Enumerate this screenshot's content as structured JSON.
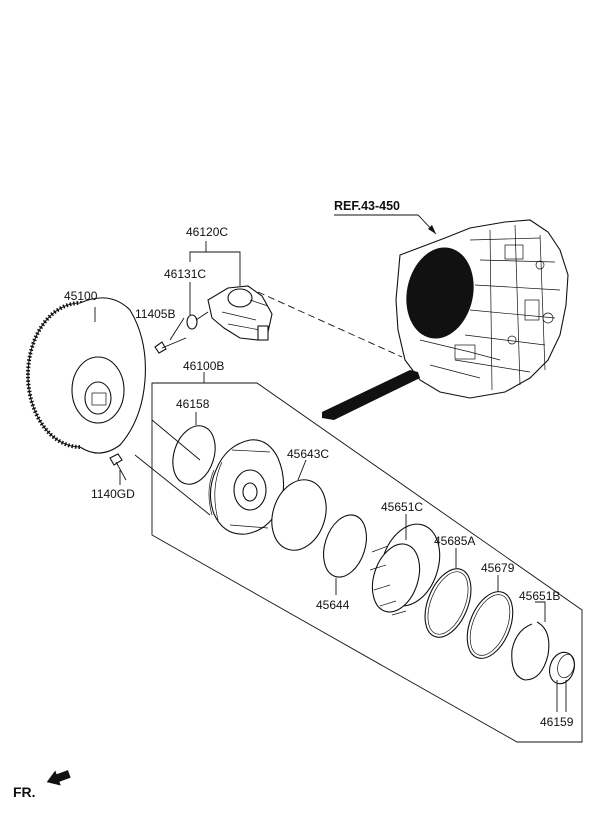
{
  "diagram": {
    "ref_label": "REF.43-450",
    "direction_label": "FR.",
    "parts": {
      "p46120C": "46120C",
      "p46131C": "46131C",
      "p45100": "45100",
      "p11405B": "11405B",
      "p46100B": "46100B",
      "p46158": "46158",
      "p45643C": "45643C",
      "p1140GD": "1140GD",
      "p45651C": "45651C",
      "p45685A": "45685A",
      "p45679": "45679",
      "p45644": "45644",
      "p45651B": "45651B",
      "p46159": "46159"
    }
  },
  "colors": {
    "line": "#111111",
    "background": "#ffffff",
    "fill_dark": "#111111"
  }
}
